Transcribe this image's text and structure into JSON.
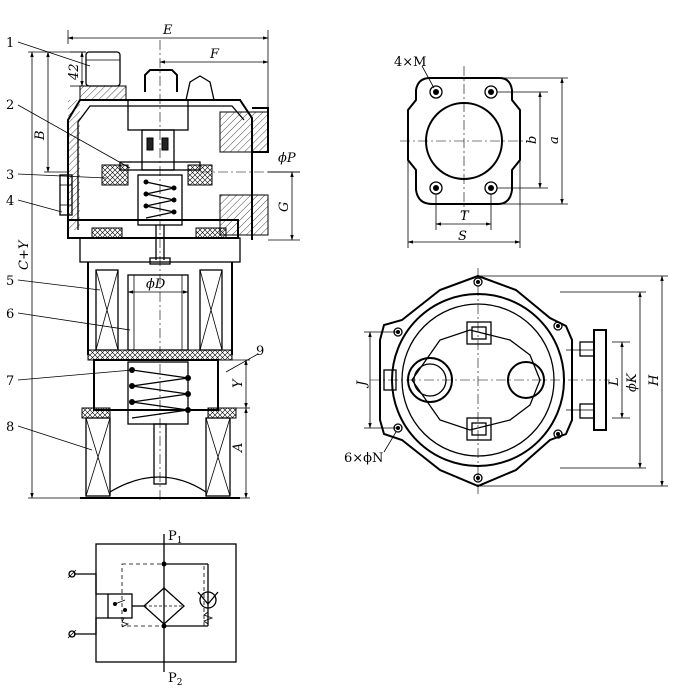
{
  "part_labels": [
    "1",
    "2",
    "3",
    "4",
    "5",
    "6",
    "7",
    "8",
    "9"
  ],
  "dims": {
    "E": "E",
    "F": "F",
    "d42": "42",
    "B": "B",
    "CY": "C+Y",
    "phiP": "ϕP",
    "G": "G",
    "phiD": "ϕD",
    "Y": "Y",
    "A": "A",
    "fourM": "4×M",
    "b": "b",
    "a": "a",
    "T": "T",
    "S": "S",
    "J": "J",
    "L": "L",
    "phiK": "ϕK",
    "H": "H",
    "sixN": "6×ϕN"
  },
  "schematic": {
    "p1": "P",
    "p1_sub": "1",
    "p2": "P",
    "p2_sub": "2"
  }
}
